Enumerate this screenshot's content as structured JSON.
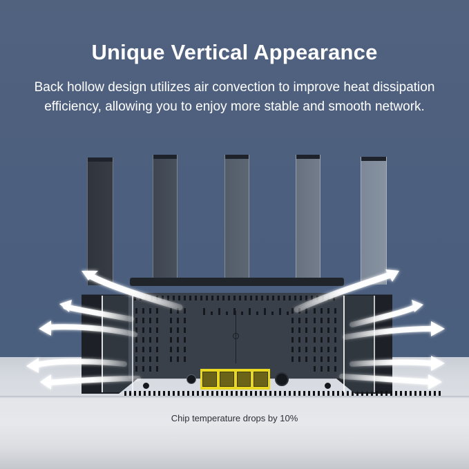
{
  "headline": {
    "title": "Unique Vertical Appearance",
    "subtitle_line1": "Back hollow design utilizes air convection to improve heat dissipation",
    "subtitle_line2": "efficiency, allowing you to enjoy more stable and smooth network."
  },
  "product": {
    "name": "router-rear-view",
    "antenna_count": 5,
    "lan_port_count": 4,
    "port_color": "#e8d821"
  },
  "caption": "Chip temperature drops by 10%",
  "colors": {
    "background": "#4e607f",
    "shelf": "#dadde2",
    "text_primary": "#ffffff",
    "caption_text": "#2b2f36"
  }
}
